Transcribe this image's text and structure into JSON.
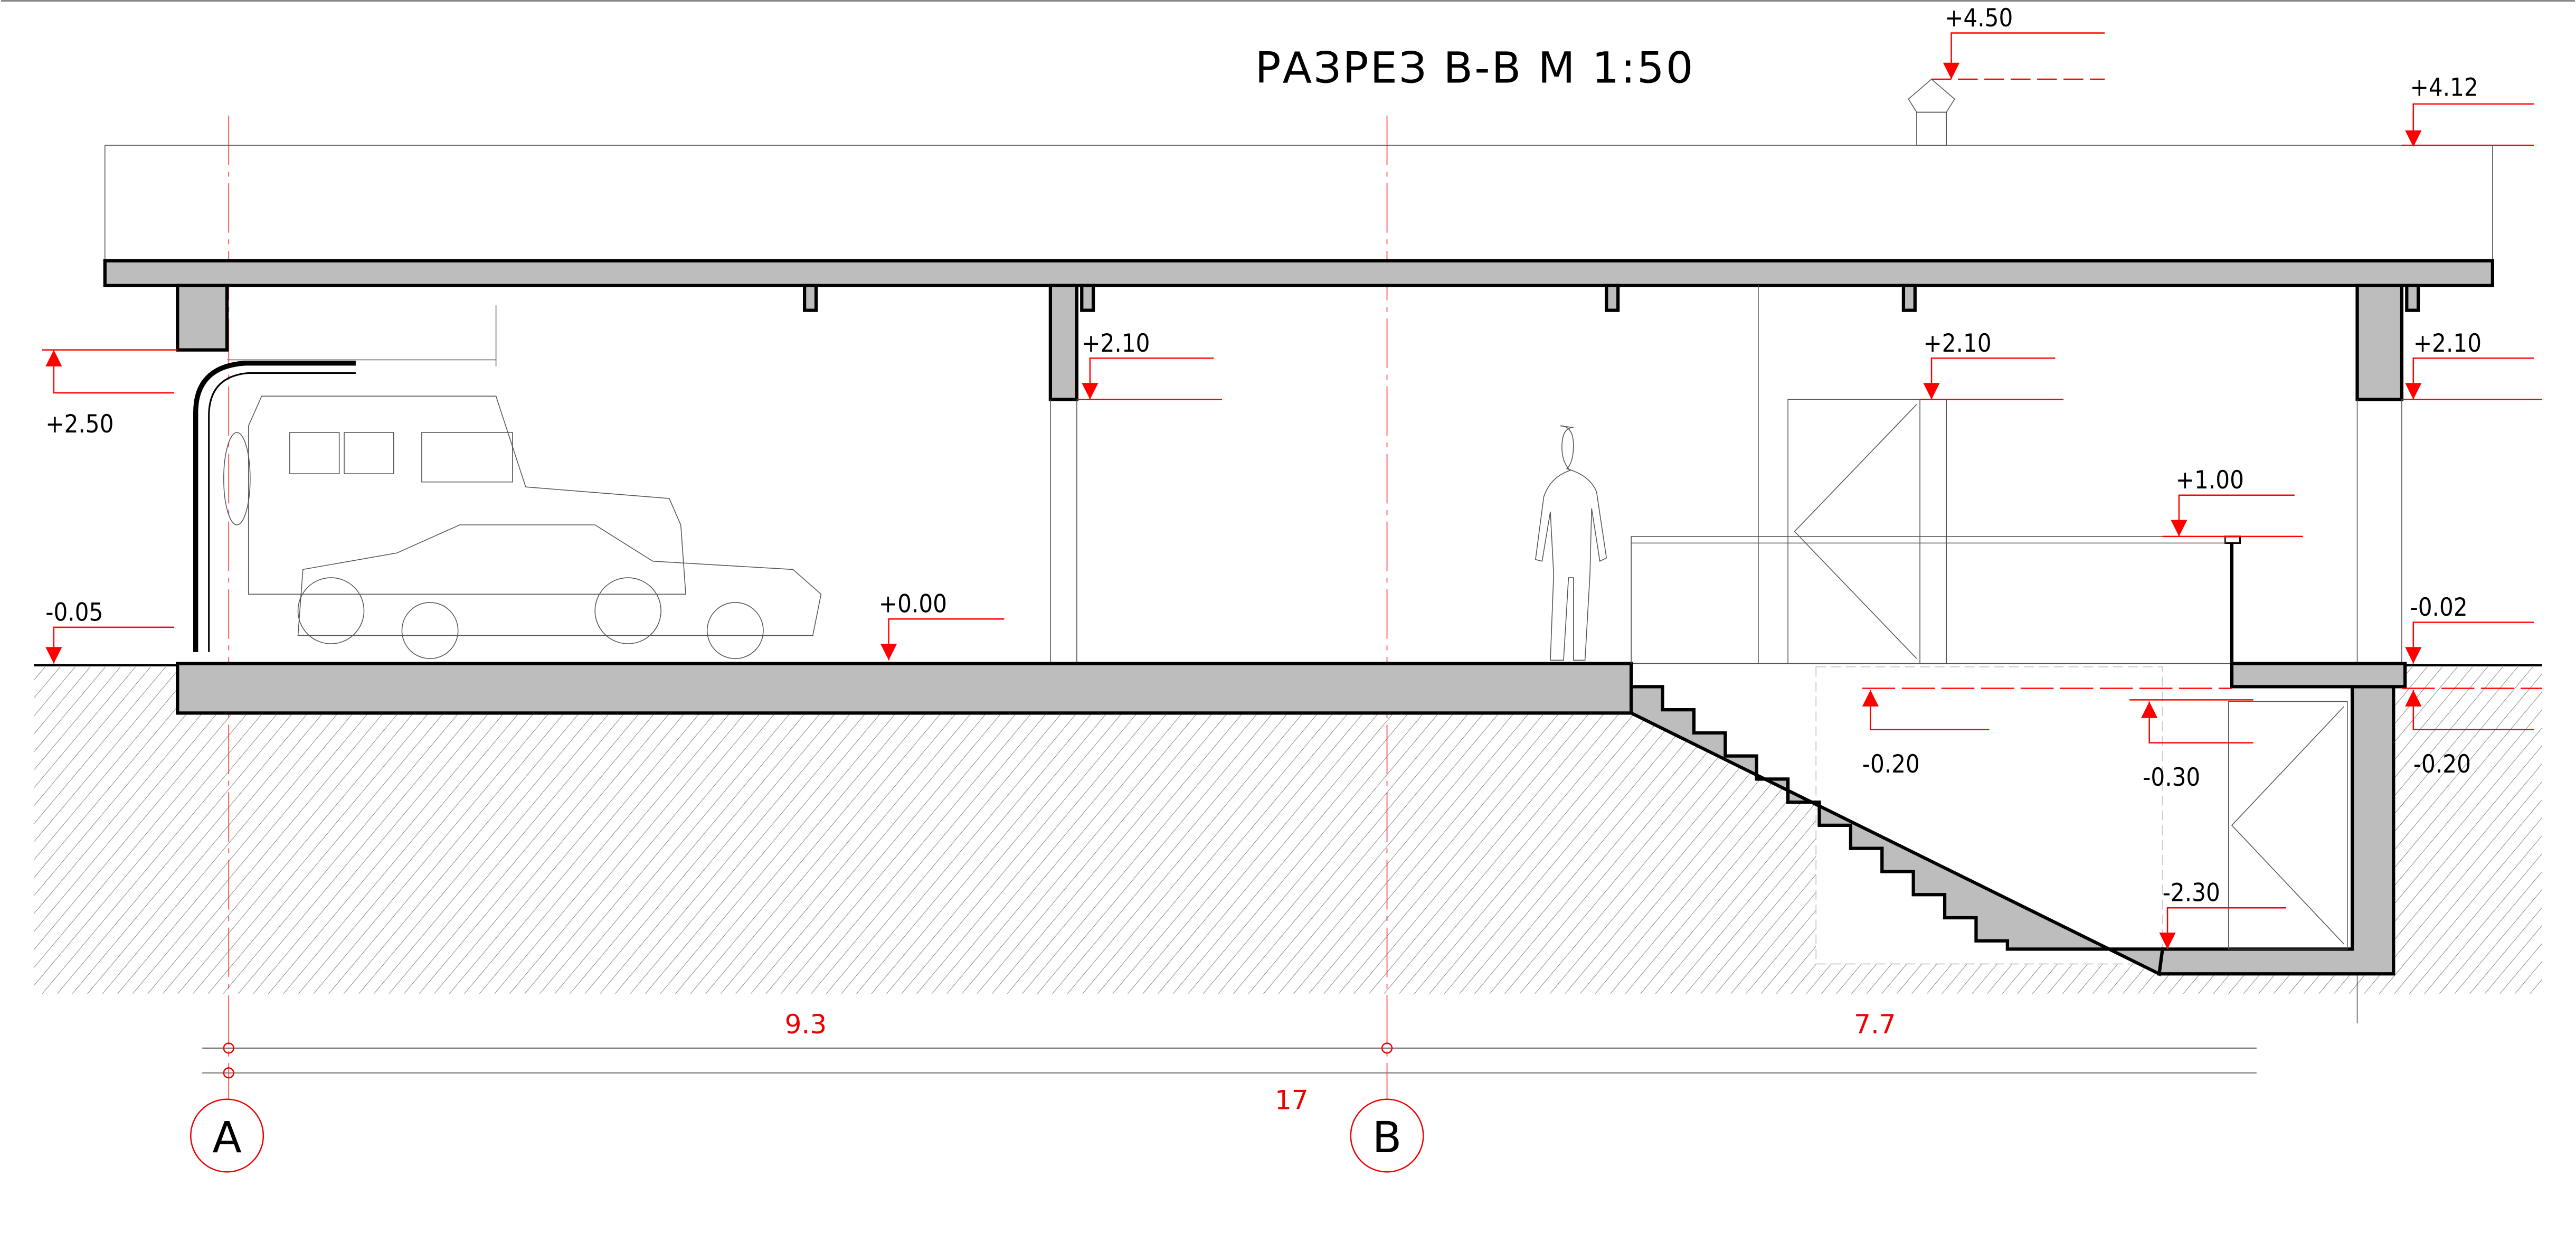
{
  "title": "РАЗРЕЗ В-В М 1:50",
  "levels": {
    "roof_vent": "+4.50",
    "parapet": "+4.12",
    "garage_gate": "+2.50",
    "beam_left": "+2.10",
    "beam_mid": "+2.10",
    "beam_right": "+2.10",
    "railing": "+1.00",
    "floor": "+0.00",
    "ground_left": "-0.05",
    "ground_right": "-0.02",
    "pit_top_left": "-0.20",
    "pit_door": "-0.30",
    "pit_top_right": "-0.20",
    "pit_bottom": "-2.30"
  },
  "dimensions": {
    "span_a_b": "9.3",
    "span_b_end": "7.7",
    "total": "17"
  },
  "axes": [
    "A",
    "B"
  ],
  "colors": {
    "dimension": "#ff0000",
    "cut": "#bdbdbd",
    "line": "#000000"
  }
}
